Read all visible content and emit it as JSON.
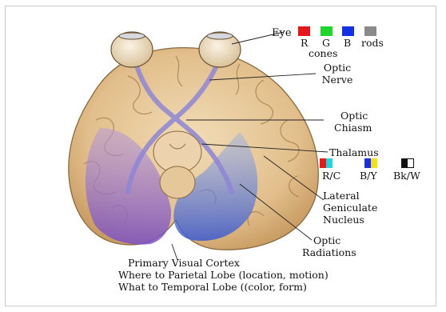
{
  "labels": {
    "eye": "Eye",
    "r": "R",
    "g": "G",
    "b": "B",
    "rods": "rods",
    "cones": "cones",
    "optic_nerve_1": "Optic",
    "optic_nerve_2": "Nerve",
    "optic_chiasm_1": "Optic",
    "optic_chiasm_2": "Chiasm",
    "thalamus": "Thalamus",
    "rc": "R/C",
    "by": "B/Y",
    "bkw": "Bk/W",
    "lgn_1": "Lateral",
    "lgn_2": "Geniculate",
    "lgn_3": "Nucleus",
    "radiations_1": "Optic",
    "radiations_2": "Radiations"
  },
  "caption": {
    "line1": "Primary Visual Cortex",
    "line2": "Where to Parietal Lobe (location, motion)",
    "line3": "What to Temporal Lobe ((color, form)"
  },
  "colors": {
    "red_cone": "#e8141b",
    "green_cone": "#1fd62c",
    "blue_cone": "#1430e6",
    "rods": "#8a8a8a",
    "rc_red": "#e11a1a",
    "rc_cyan": "#22d6e0",
    "by_blue": "#1a2fe0",
    "by_yellow": "#f2e21a",
    "bkw_black": "#111111",
    "bkw_white": "#ffffff"
  }
}
